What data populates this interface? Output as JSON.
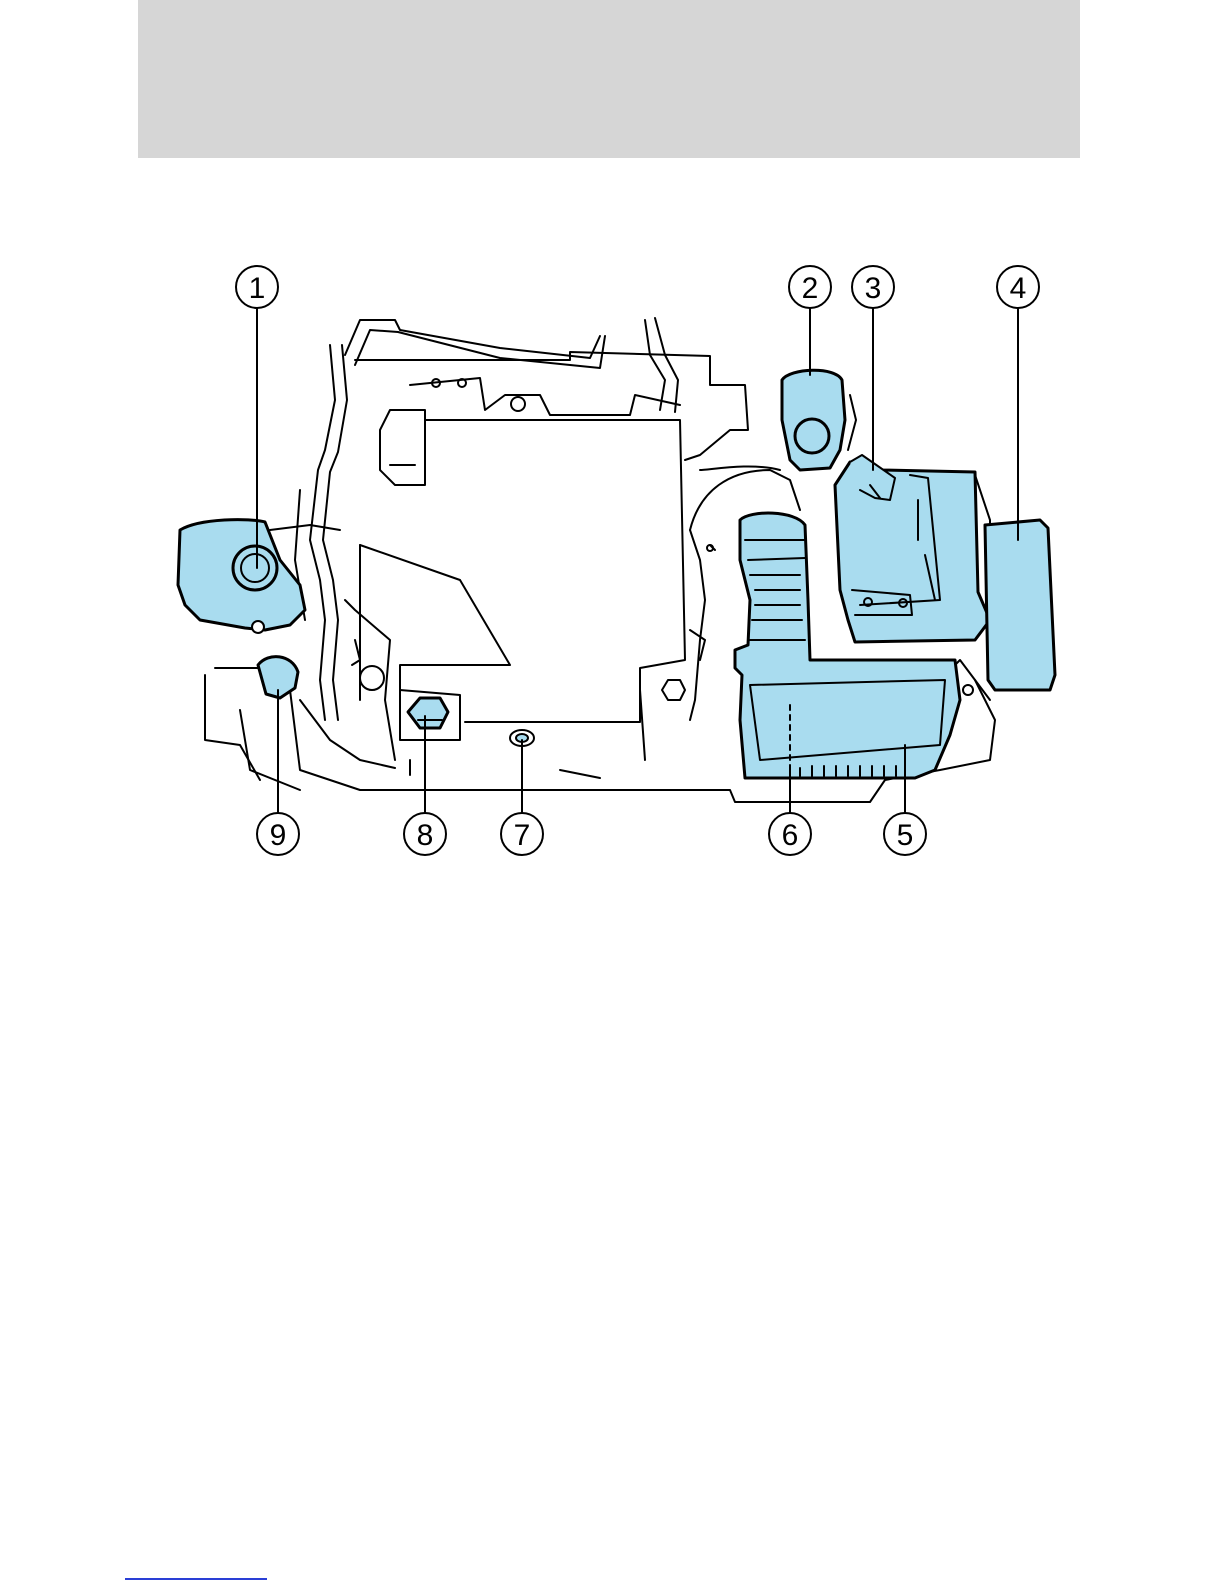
{
  "header": {
    "band_color": "#d6d6d6"
  },
  "diagram": {
    "highlight_color": "#a9dcef",
    "line_color": "#000000",
    "callouts": [
      {
        "id": "1",
        "label": "1"
      },
      {
        "id": "2",
        "label": "2"
      },
      {
        "id": "3",
        "label": "3"
      },
      {
        "id": "4",
        "label": "4"
      },
      {
        "id": "5",
        "label": "5"
      },
      {
        "id": "6",
        "label": "6"
      },
      {
        "id": "7",
        "label": "7"
      },
      {
        "id": "8",
        "label": "8"
      },
      {
        "id": "9",
        "label": "9"
      }
    ]
  },
  "footer": {
    "link_color": "#2a3fd6"
  }
}
